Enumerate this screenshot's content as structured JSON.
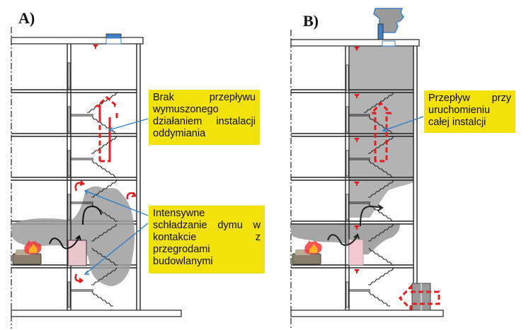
{
  "panels": [
    {
      "label": "A)"
    },
    {
      "label": "B)"
    }
  ],
  "notes": {
    "a_top": [
      "Brak przepływu",
      "wymuszonego",
      "działaniem instalacji",
      "oddymiania"
    ],
    "a_bottom": [
      "Intensywne",
      "schładzanie dymu w",
      "kontakcie z",
      "przegrodami",
      "budowlanymi"
    ],
    "b_top": [
      "Przepływ przy",
      "uruchomieniu",
      "całej instalcji"
    ]
  },
  "colors": {
    "note_bg": "#f2e20a",
    "smoke": "#9e9e9e",
    "stair_smoke": "#b3b3b3",
    "flow_arrow": "#e02020",
    "leader_line": "#2f7ec8",
    "structure": "#222222"
  },
  "icons": [
    "fire-icon",
    "sofa-icon",
    "smoke-vent-icon",
    "smoke-detector-icon",
    "airflow-arrow-icon",
    "fan-icon",
    "air-inlet-icon"
  ]
}
